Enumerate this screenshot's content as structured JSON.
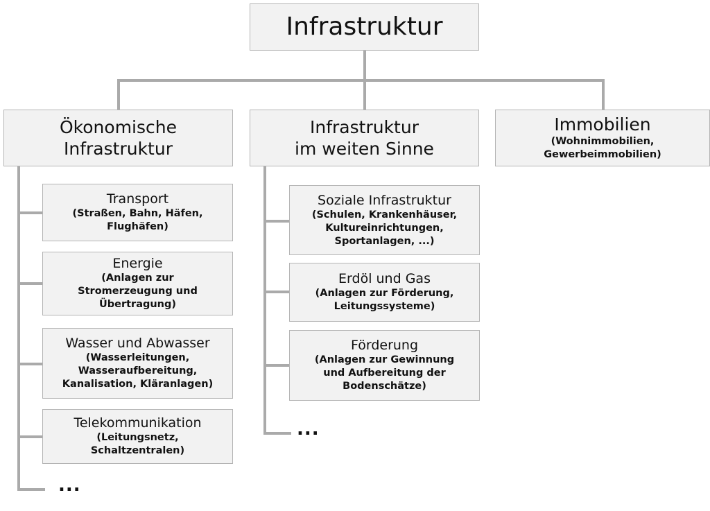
{
  "root": {
    "title": "Infrastruktur"
  },
  "categories": [
    {
      "title_lines": [
        "Ökonomische",
        "Infrastruktur"
      ],
      "items": [
        {
          "title": "Transport",
          "details": [
            "(Straßen, Bahn, Häfen,",
            "Flughäfen)"
          ]
        },
        {
          "title": "Energie",
          "details": [
            "(Anlagen zur",
            "Stromerzeugung und",
            "Übertragung)"
          ]
        },
        {
          "title": "Wasser und Abwasser",
          "details": [
            "(Wasserleitungen,",
            "Wasseraufbereitung,",
            "Kanalisation, Kläranlagen)"
          ]
        },
        {
          "title": "Telekommunikation",
          "details": [
            "(Leitungsnetz,",
            "Schaltzentralen)"
          ]
        }
      ],
      "more": "..."
    },
    {
      "title_lines": [
        "Infrastruktur",
        "im weiten Sinne"
      ],
      "items": [
        {
          "title": "Soziale Infrastruktur",
          "details": [
            "(Schulen, Krankenhäuser,",
            "Kultureinrichtungen,",
            "Sportanlagen, ...)"
          ]
        },
        {
          "title": "Erdöl und Gas",
          "details": [
            "(Anlagen zur Förderung,",
            "Leitungssysteme)"
          ]
        },
        {
          "title": "Förderung",
          "details": [
            "(Anlagen zur Gewinnung",
            "und Aufbereitung der",
            "Bodenschätze)"
          ]
        }
      ],
      "more": "..."
    },
    {
      "title_lines": [
        "Immobilien"
      ],
      "details": [
        "(Wohnimmobilien,",
        "Gewerbeimmobilien)"
      ]
    }
  ],
  "colors": {
    "connector": "#aaaaaa",
    "box_fill": "#f2f2f2",
    "box_border": "#b4b4b4"
  }
}
